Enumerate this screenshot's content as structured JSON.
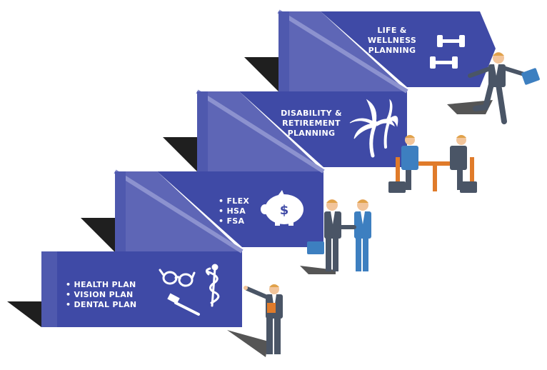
{
  "steps": [
    {
      "lines": [
        "• HEALTH PLAN",
        "• VISION PLAN",
        "• DENTAL PLAN"
      ],
      "icons": [
        "glasses-icon",
        "caduceus-icon",
        "toothbrush-icon"
      ]
    },
    {
      "lines": [
        "• FLEX",
        "• HSA",
        "• FSA"
      ],
      "icons": [
        "piggy-bank-icon"
      ]
    },
    {
      "lines": [
        "DISABILITY &",
        "RETIREMENT",
        "PLANNING"
      ],
      "icons": [
        "palm-tree-icon"
      ]
    },
    {
      "lines": [
        "LIFE &",
        "WELLNESS",
        "PLANNING"
      ],
      "icons": [
        "dumbbell-icon"
      ]
    }
  ],
  "colors": {
    "panel_front": "#3f4aa6",
    "panel_fold": "#5e66b6",
    "panel_edge": "#8c92cf",
    "shadow": "#1f1f1f",
    "suit_dark": "#4a5566",
    "suit_blue": "#3d7fc0",
    "table": "#e07b2a",
    "skin": "#f2c49a",
    "hair": "#e0a24a"
  }
}
